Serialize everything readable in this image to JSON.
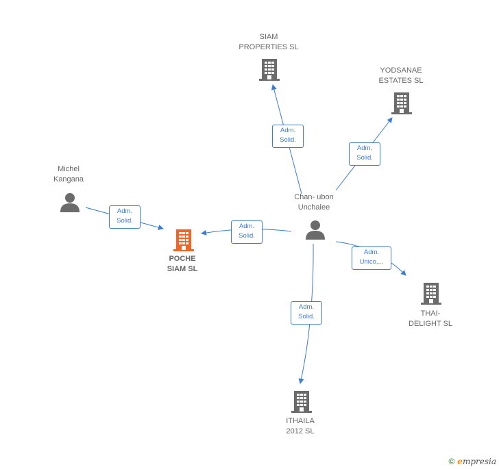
{
  "nodes": {
    "siam": {
      "label": "SIAM\nPROPERTIES SL",
      "type": "company"
    },
    "yodsanae": {
      "label": "YODSANAE\nESTATES SL",
      "type": "company"
    },
    "michel": {
      "label": "Michel\nKangana",
      "type": "person"
    },
    "chan": {
      "label": "Chan- ubon\nUnchalee",
      "type": "person"
    },
    "poche": {
      "label": "POCHE\nSIAM  SL",
      "type": "company",
      "highlight": true
    },
    "thai": {
      "label": "THAI-\nDELIGHT  SL",
      "type": "company"
    },
    "ithaila": {
      "label": "ITHAILA\n2012 SL",
      "type": "company"
    }
  },
  "edges": [
    {
      "id": "chan-siam",
      "label": "Adm.\nSolid."
    },
    {
      "id": "chan-yodsanae",
      "label": "Adm.\nSolid."
    },
    {
      "id": "michel-poche",
      "label": "Adm.\nSolid."
    },
    {
      "id": "chan-poche",
      "label": "Adm.\nSolid."
    },
    {
      "id": "chan-thai",
      "label": "Adm.\nUnico,..."
    },
    {
      "id": "chan-ithaila",
      "label": "Adm.\nSolid."
    }
  ],
  "colors": {
    "edge": "#3a7bd5",
    "icon": "#6b6b6b",
    "highlight": "#f26522"
  },
  "footer": {
    "copyright": "©",
    "brand_initial": "e",
    "brand_rest": "mpresia"
  }
}
